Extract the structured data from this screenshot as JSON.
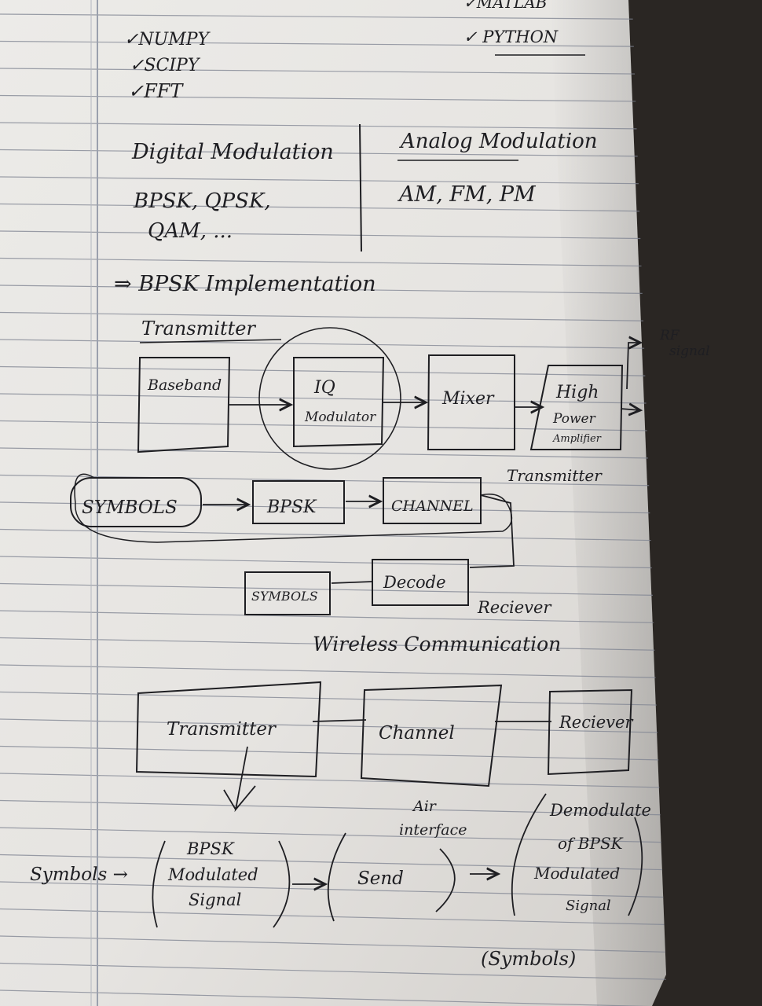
{
  "tools": {
    "numpy": "✓NUMPY",
    "scipy": "✓SCIPY",
    "fft": "✓FFT",
    "matlab": "✓MATLAB",
    "python": "✓ PYTHON"
  },
  "modulation": {
    "digital_heading": "Digital Modulation",
    "digital_types_line1": "BPSK, QPSK,",
    "digital_types_line2": "QAM, ...",
    "analog_heading": "Analog Modulation",
    "analog_types": "AM, FM, PM"
  },
  "bpsk": {
    "heading": "⇒ BPSK Implementation",
    "transmitter_heading": "Transmitter",
    "chain": {
      "baseband": "Baseband",
      "iq_line1": "IQ",
      "iq_line2": "Modulator",
      "mixer": "Mixer",
      "hpa_line1": "High",
      "hpa_line2": "Power",
      "hpa_line3": "Amplifier",
      "rf_line1": "RF",
      "rf_line2": "signal"
    },
    "flow": {
      "symbols": "SYMBOLS",
      "bpsk": "BPSK",
      "channel": "CHANNEL",
      "transmitter_note": "Transmitter",
      "decode": "Decode",
      "symbols_out": "SYMBOLS",
      "receiver_note": "Reciever"
    }
  },
  "wireless": {
    "heading": "Wireless Communication",
    "transmitter": "Transmitter",
    "channel": "Channel",
    "receiver": "Reciever",
    "air_line1": "Air",
    "air_line2": "interface",
    "symbols_in": "Symbols →",
    "modulated_line1": "BPSK",
    "modulated_line2": "Modulated",
    "modulated_line3": "Signal",
    "send": "Send",
    "demod_line1": "Demodulate",
    "demod_line2": "of BPSK",
    "demod_line3": "Modulated",
    "demod_line4": "Signal",
    "symbols_out": "(Symbols)"
  },
  "colors": {
    "paper": "#e8e6e3",
    "ink": "#1e1e22",
    "rule_line": "#7d8290",
    "margin_line": "#9aa0ad",
    "background": "#2a2623"
  }
}
